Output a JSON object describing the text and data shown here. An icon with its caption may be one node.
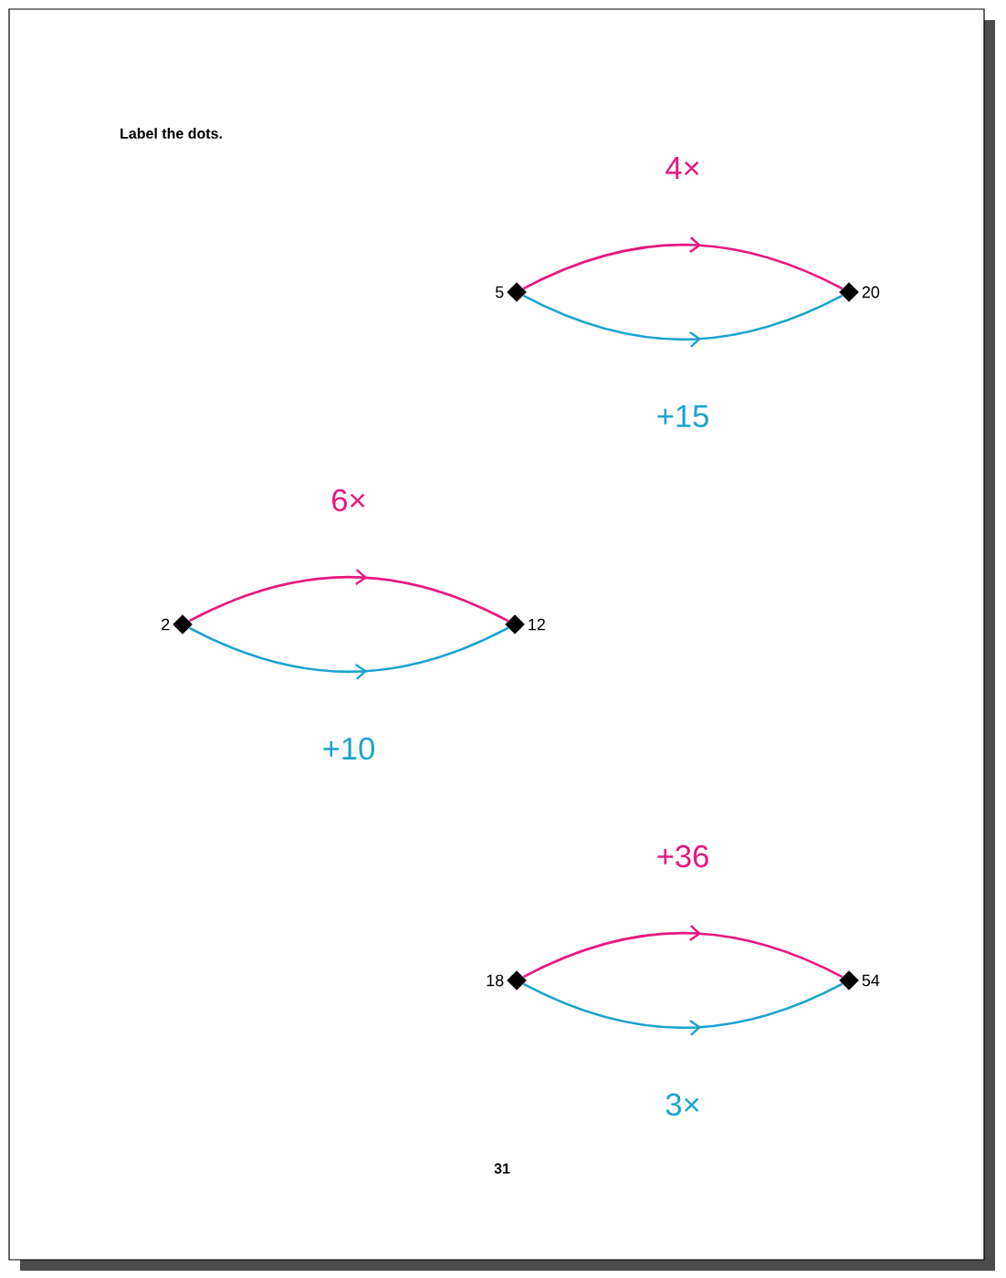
{
  "diagram": {
    "title": "Label the dots.",
    "nodes": [
      {
        "text": [],
        "shape": "diamond",
        "beside": [
          "5"
        ]
      },
      {
        "text": [],
        "shape": "diamond",
        "beside": [
          "20"
        ]
      },
      {
        "text": [],
        "shape": "diamond",
        "beside": [
          "2"
        ]
      },
      {
        "text": [],
        "shape": "diamond",
        "beside": [
          "12"
        ]
      },
      {
        "text": [],
        "shape": "diamond",
        "beside": [
          "18"
        ]
      },
      {
        "text": [],
        "shape": "diamond",
        "beside": [
          "54"
        ]
      }
    ],
    "edges": [
      {
        "from": 0,
        "to": 1,
        "arrow": "to",
        "label": "4×",
        "color": "#e8177f"
      },
      {
        "from": 0,
        "to": 1,
        "arrow": "to",
        "label": "+15",
        "color": "#1aa3d0"
      },
      {
        "from": 2,
        "to": 3,
        "arrow": "to",
        "label": "6×",
        "color": "#e8177f"
      },
      {
        "from": 2,
        "to": 3,
        "arrow": "to",
        "label": "+10",
        "color": "#1aa3d0"
      },
      {
        "from": 4,
        "to": 5,
        "arrow": "to",
        "label": "+36",
        "color": "#e8177f"
      },
      {
        "from": 4,
        "to": 5,
        "arrow": "to",
        "label": "3×",
        "color": "#1aa3d0"
      }
    ],
    "labels": [
      "31"
    ]
  }
}
